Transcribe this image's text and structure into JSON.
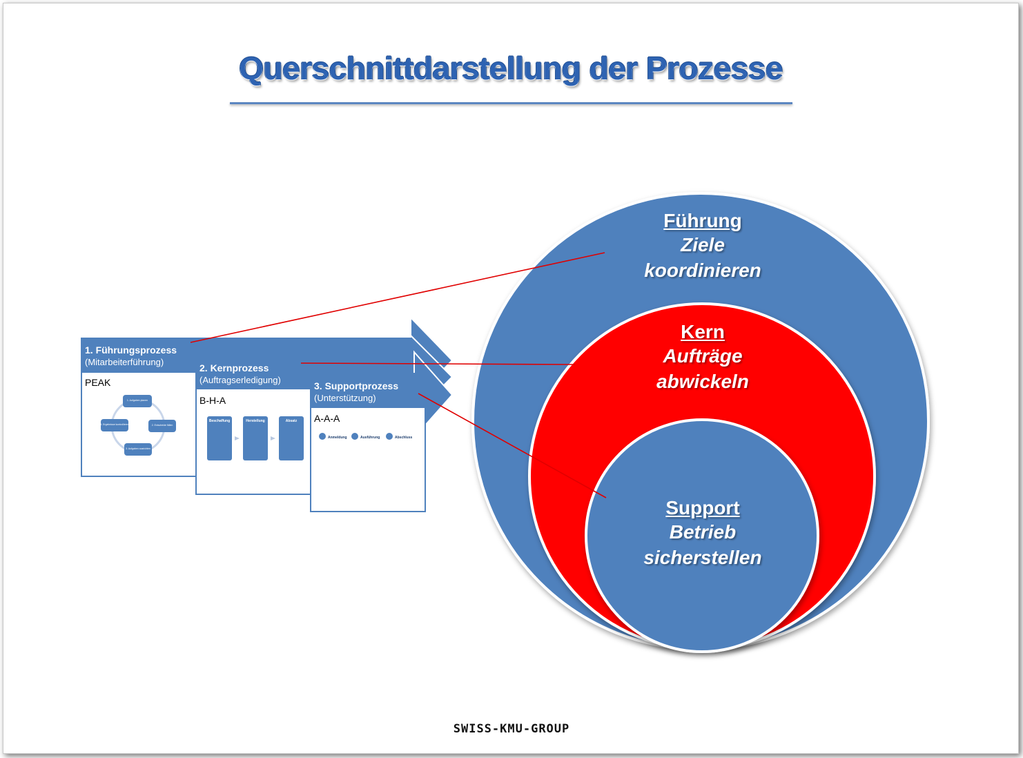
{
  "title": "Querschnittdarstellung der Prozesse",
  "footer": "SWISS-KMU-GROUP",
  "colors": {
    "blue": "#4f81bd",
    "red": "#ff0000",
    "title_blue": "#2e63b2",
    "connector": "#e00000"
  },
  "cards": [
    {
      "title": "1. Führungsprozess",
      "subtitle": "(Mitarbeiterführung)",
      "code": "PEAK",
      "steps": [
        "1. Aufgaben planen",
        "2. Entscheide fällen",
        "3. Aufgaben ausrichten",
        "4. Ergebnisse kontrollieren"
      ]
    },
    {
      "title": "2. Kernprozess",
      "subtitle": "(Auftragserledigung)",
      "code": "B-H-A",
      "columns": [
        "Beschaffung",
        "Herstellung",
        "Absatz"
      ]
    },
    {
      "title": "3. Supportprozess",
      "subtitle": "(Unterstützung)",
      "code": "A-A-A",
      "columns": [
        "Anmeldung",
        "Ausführung",
        "Abschluss"
      ]
    }
  ],
  "circles": {
    "outer": {
      "heading": "Führung",
      "line1": "Ziele",
      "line2": "koordinieren"
    },
    "middle": {
      "heading": "Kern",
      "line1": "Aufträge",
      "line2": "abwickeln"
    },
    "inner": {
      "heading": "Support",
      "line1": "Betrieb",
      "line2": "sicherstellen"
    }
  }
}
